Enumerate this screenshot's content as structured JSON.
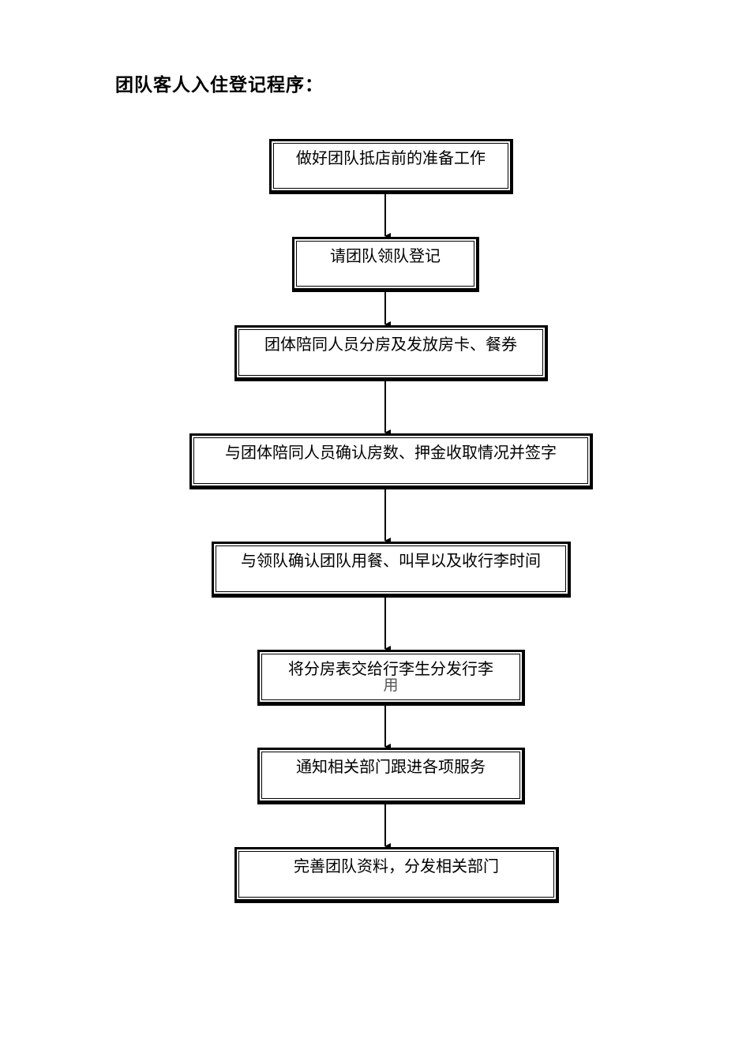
{
  "title": "团队客人入住登记程序：",
  "steps": [
    "做好团队抵店前的准备工作",
    "请团队领队登记",
    "团体陪同人员分房及发放房卡、餐券",
    "与团体陪同人员确认房数、押金收取情况并签字",
    "与领队确认团队用餐、叫早以及收行李时间",
    "将分房表交给行李生分发行李",
    "通知相关部门跟进各项服务",
    "完善团队资料，分发相关部门"
  ],
  "step6_overflow": "用"
}
